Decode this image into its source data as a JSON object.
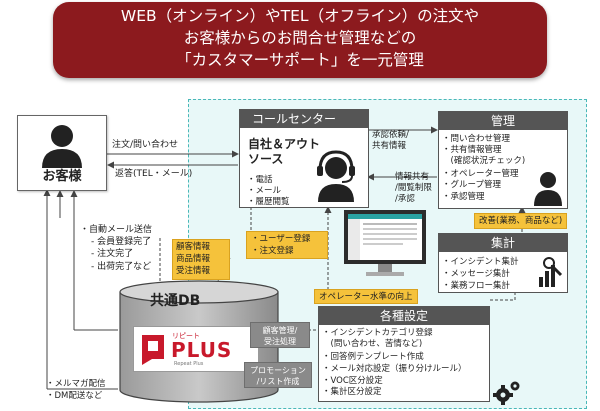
{
  "banner": {
    "line1": "WEB（オンライン）やTEL（オフライン）の注文や",
    "line2": "お客様からのお問合せ管理などの",
    "line3": "「カスタマーサポート」を一元管理"
  },
  "customer": {
    "label": "お客様"
  },
  "arrows": {
    "order_inquiry": "注文/問い合わせ",
    "reply": "返答(TEL・メール)",
    "approval_request": "承認依頼/",
    "share_info": "共有情報",
    "info_share_1": "情報共有",
    "info_share_2": "/閲覧制限",
    "info_share_3": "/承認",
    "operator_level": "オペレーター水準の向上",
    "improvement": "改善(業務、商品など)"
  },
  "auto_mail": {
    "title": "・自動メール送信",
    "items": [
      "- 会員登録完了",
      "- 注文完了",
      "- 出荷完了など"
    ]
  },
  "mail_magazine": {
    "line1": "・メルマガ配信",
    "line2": "・DM配送など"
  },
  "callcenter": {
    "title": "コールセンター",
    "subtitle_1": "自社＆アウト",
    "subtitle_2": "ソース",
    "channels": [
      "・電話",
      "・メール",
      "・履歴閲覧"
    ]
  },
  "management": {
    "title": "管理",
    "items": [
      "・問い合わせ管理",
      "・共有情報管理",
      "　(確認状況チェック)",
      "・オペレーター管理",
      "・グループ管理",
      "・承認管理"
    ]
  },
  "aggregation": {
    "title": "集計",
    "items": [
      "・インシデント集計",
      "・メッセージ集計",
      "・業務フロー集計"
    ]
  },
  "settings": {
    "title": "各種設定",
    "items": [
      "・インシデントカテゴリ登録",
      "　(問い合わせ、苦情など)",
      "・回答例テンプレート作成",
      "・メール対応設定（振り分けルール）",
      "・VOC区分設定",
      "・集計区分設定"
    ]
  },
  "db": {
    "title": "共通DB",
    "logo_small": "リピート",
    "logo_big": "PLUS",
    "tagline": "Repeat Plus"
  },
  "tags": {
    "customer_data": [
      "顧客情報",
      "商品情報",
      "受注情報"
    ],
    "user_reg": [
      "・ユーザー登録",
      "・注文登録"
    ],
    "customer_mgmt": [
      "顧客管理/",
      "受注処理"
    ],
    "promotion": [
      "プロモーション",
      "/リスト作成"
    ]
  },
  "colors": {
    "banner": "#8c1a1e",
    "teal_area": "#e8f8f8",
    "teal_border": "#49b8b8",
    "header": "#555555",
    "yellow_tag": "#f5c23b",
    "gray_tag": "#8a8a8a",
    "logo_red": "#c8192b"
  },
  "icons": [
    "person-icon",
    "headset-operator-icon",
    "manager-person-icon",
    "monitor-icon",
    "chart-search-icon",
    "gears-icon",
    "database-cylinder-icon"
  ]
}
